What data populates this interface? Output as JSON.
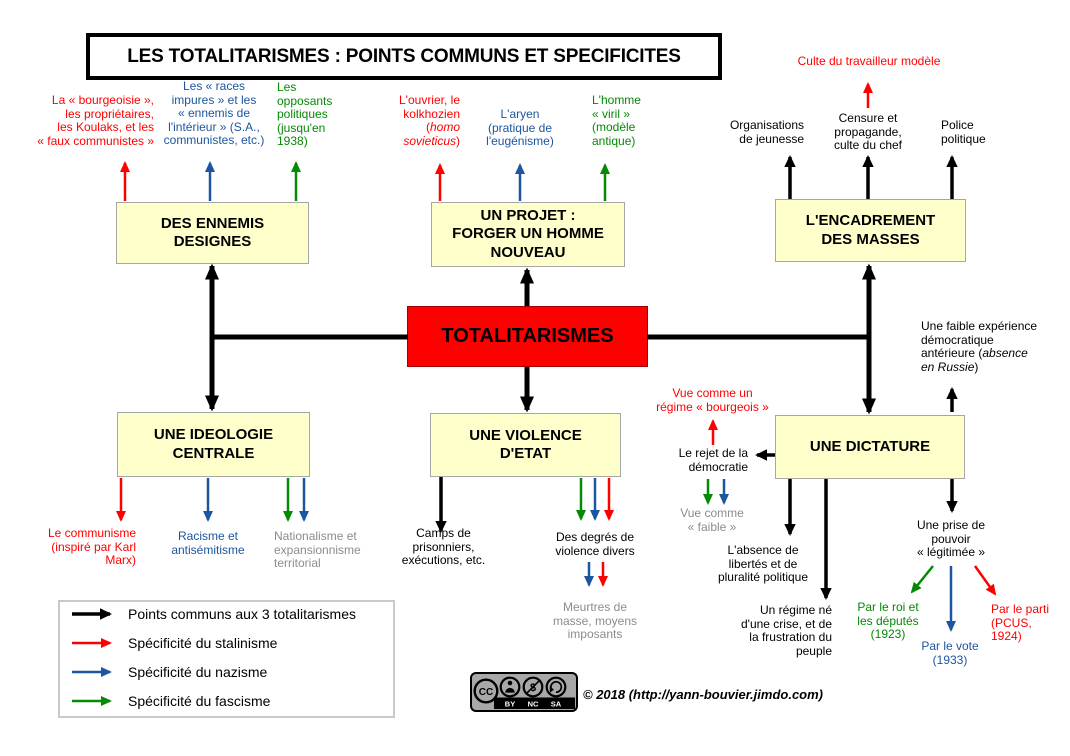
{
  "title": "LES TOTALITARISMES : POINTS COMMUNS ET SPECIFICITES",
  "center_box": "TOTALITARISMES",
  "boxes": {
    "enemies": "DES ENNEMIS\nDESIGNES",
    "project": "UN PROJET :\nFORGER UN HOMME\nNOUVEAU",
    "masses": "L'ENCADREMENT\nDES MASSES",
    "ideology": "UNE IDEOLOGIE\nCENTRALE",
    "violence": "UNE VIOLENCE\nD'ETAT",
    "dictatorship": "UNE DICTATURE"
  },
  "annotations": {
    "bourgeoisie": "La « bourgeoisie »,\nles propriétaires,\nles Koulaks, et les\n« faux communistes »",
    "races": "Les « races\nimpures » et les\n« ennemis de\nl'intérieur » (S.A.,\ncommunistes, etc.)",
    "opposants": "Les\nopposants\npolitiques\n(jusqu'en\n1938)",
    "ouvrier_pre": "L'ouvrier, le\nkolkhozien\n(",
    "ouvrier_italic": "homo\nsovieticus",
    "ouvrier_post": ")",
    "aryen": "L'aryen\n(pratique de\nl'eugénisme)",
    "viril": "L'homme\n« viril »\n(modèle\nantique)",
    "culte_travailleur": "Culte du travailleur modèle",
    "organisations": "Organisations\nde jeunesse",
    "censure": "Censure et\npropagande,\nculte du chef",
    "police": "Police\npolitique",
    "communisme": "Le communisme\n(inspiré par Karl\nMarx)",
    "racisme": "Racisme et\nantisémitisme",
    "nationalisme": "Nationalisme et\nexpansionnisme\nterritorial",
    "camps": "Camps de\nprisonniers,\nexécutions, etc.",
    "degres": "Des degrés de\nviolence divers",
    "meurtres": "Meurtres de\nmasse, moyens\nimposants",
    "faible_pre": "Une faible expérience\ndémocratique\nantérieure (",
    "faible_italic": "absence\nen Russie",
    "faible_post": ")",
    "regime_bourgeois": "Vue comme un\nrégime « bourgeois »",
    "rejet": "Le rejet de la\ndémocratie",
    "vue_faible": "Vue comme\n« faible »",
    "libertes": "L'absence de\nlibertés et de\npluralité politique",
    "crise": "Un régime né\nd'une crise, et de\nla frustration du\npeuple",
    "prise_pouvoir": "Une prise de\npouvoir\n« légitimée »",
    "roi_deputes": "Par le roi et\nles députés\n(1923)",
    "vote": "Par le vote\n(1933)",
    "parti": "Par le parti\n(PCUS,\n1924)"
  },
  "legend": {
    "items": [
      {
        "label": "Points communs aux 3 totalitarismes",
        "color": "#000000"
      },
      {
        "label": "Spécificité du stalinisme",
        "color": "#FF0000"
      },
      {
        "label": "Spécificité du nazisme",
        "color": "#1C56A0"
      },
      {
        "label": "Spécificité du fascisme",
        "color": "#048A04"
      }
    ]
  },
  "footer": {
    "copyright": "© 2018 (http://yann-bouvier.jimdo.com)",
    "cc": {
      "cc": "CC",
      "by": "BY",
      "nc": "NC",
      "sa": "SA"
    }
  },
  "colors": {
    "common": "#000000",
    "stalinism": "#FF0000",
    "nazism": "#1C56A0",
    "fascism": "#048A04",
    "shared_two": "#8C8C8C",
    "box_fill": "#FFFFCC",
    "center_fill": "#FF0000"
  }
}
